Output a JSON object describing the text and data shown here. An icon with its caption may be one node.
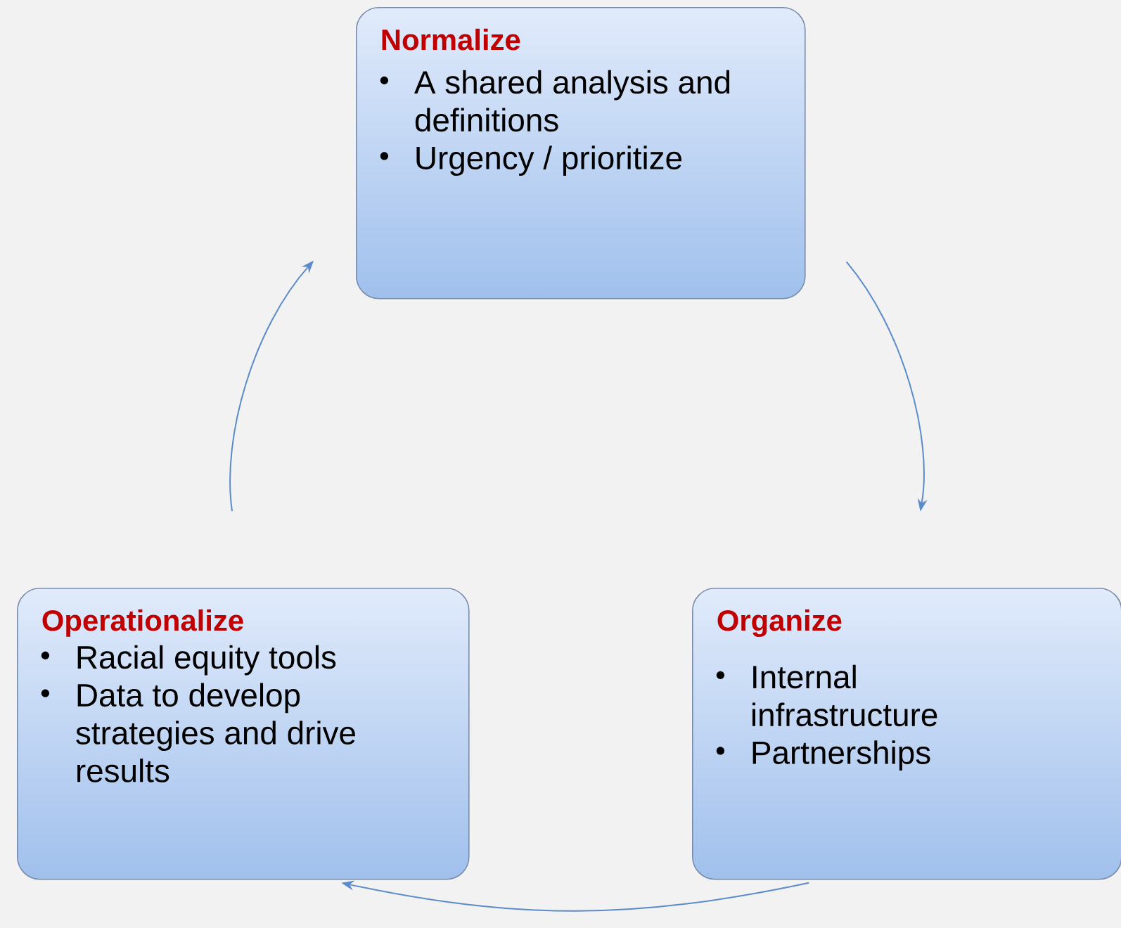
{
  "diagram": {
    "nodes": [
      {
        "text": [
          "Normalize",
          "A shared analysis and definitions",
          "Urgency / prioritize"
        ]
      },
      {
        "text": [
          "Organize",
          "Internal infrastructure",
          "Partnerships"
        ]
      },
      {
        "text": [
          "Operationalize",
          "Racial equity tools",
          "Data to develop strategies and drive results"
        ]
      }
    ],
    "edges": [
      {
        "from": 0,
        "to": 1,
        "arrow": "to"
      },
      {
        "from": 1,
        "to": 2,
        "arrow": "to"
      },
      {
        "from": 2,
        "to": 0,
        "arrow": "to"
      }
    ]
  }
}
